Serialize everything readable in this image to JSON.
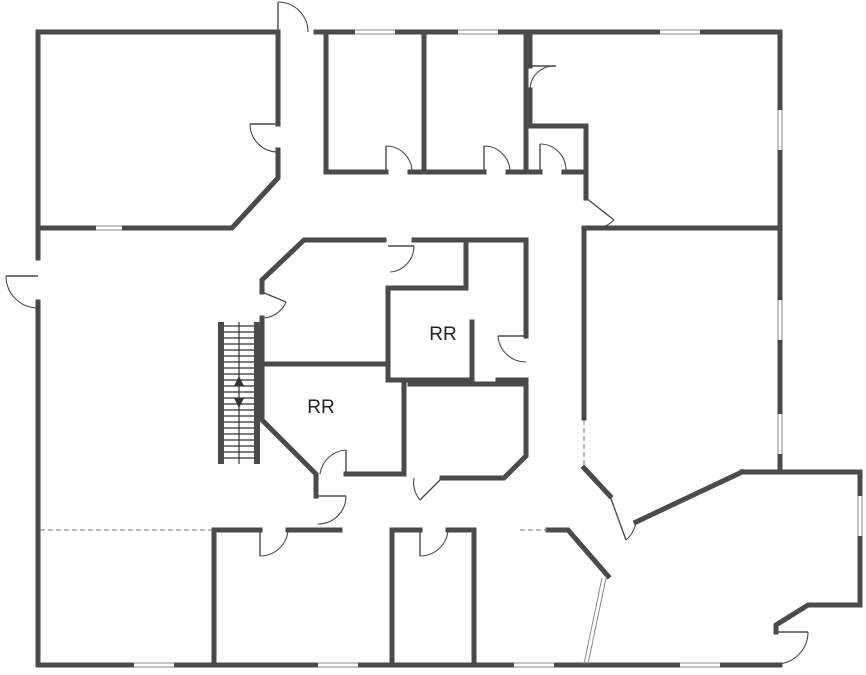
{
  "colors": {
    "wall": "#4a4a4a",
    "background": "#ffffff"
  },
  "rooms": [
    {
      "id": "rr-upper",
      "label": "RR"
    },
    {
      "id": "rr-lower",
      "label": "RR"
    }
  ]
}
